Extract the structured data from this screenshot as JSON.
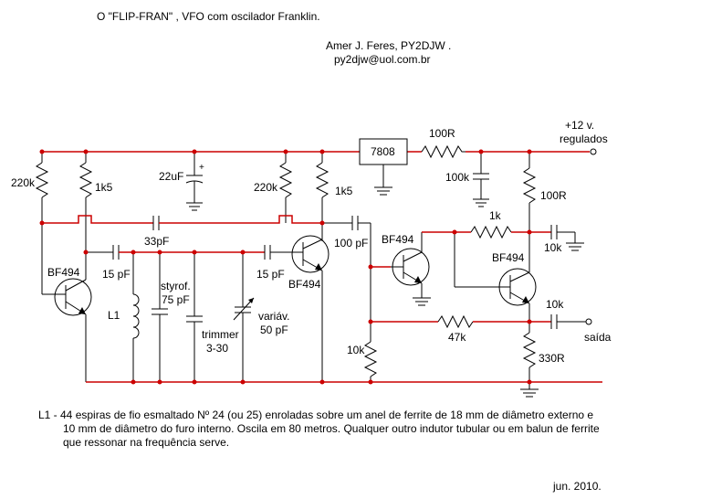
{
  "header": {
    "title": "O   \"FLIP-FRAN\" ,  VFO com oscilador Franklin.",
    "author": "Amer J. Feres, PY2DJW .",
    "email": "py2djw@uol.com.br"
  },
  "labels": {
    "supply": "+12 v.",
    "supply2": "regulados",
    "reg": "7808",
    "r100_top": "100R",
    "c100k_a": "100k",
    "r100_b": "100R",
    "r1k": "1k",
    "c10k_a": "10k",
    "bf494_3": "BF494",
    "bf494_4": "BF494",
    "c10k_out": "10k",
    "saida": "saída",
    "r47k": "47k",
    "r330": "330R",
    "r10k": "10k",
    "bf494_1": "BF494",
    "bf494_2": "BF494",
    "r220k_1": "220k",
    "r1k5_1": "1k5",
    "c22uf": "22uF",
    "r220k_2": "220k",
    "r1k5_2": "1k5",
    "c33pf": "33pF",
    "c100pf": "100 pF",
    "c15pf_1": "15 pF",
    "c15pf_2": "15 pF",
    "l1": "L1",
    "styrof": "styrof.",
    "c75pf": "75 pF",
    "trimmer": "trimmer",
    "trimval": "3-30",
    "variav": "variáv.",
    "c50pf": "50 pF"
  },
  "notes": {
    "line1": "L1 -  44 espiras de fio esmaltado Nº 24 (ou 25) enroladas sobre um anel de ferrite de 18 mm de diâmetro externo e",
    "line2": "10 mm de diâmetro do furo interno. Oscila em 80 metros. Qualquer outro indutor tubular ou em balun de ferrite",
    "line3": "que ressonar na frequência serve.",
    "date": "jun.  2010."
  }
}
